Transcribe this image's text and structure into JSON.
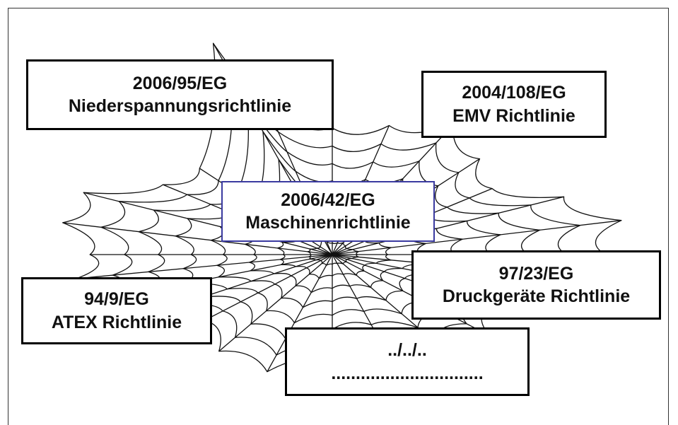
{
  "colors": {
    "outline": "#000000",
    "center_outline": "#3a3aa0",
    "web_stroke": "#111111",
    "background": "#ffffff"
  },
  "boxes": {
    "lvd": {
      "line1": "2006/95/EG",
      "line2": "Niederspannungsrichtlinie"
    },
    "emv": {
      "line1": "2004/108/EG",
      "line2": "EMV Richtlinie"
    },
    "mrl": {
      "line1": "2006/42/EG",
      "line2": "Maschinenrichtlinie"
    },
    "atex": {
      "line1": "94/9/EG",
      "line2": "ATEX Richtlinie"
    },
    "dgr": {
      "line1": "97/23/EG",
      "line2": "Druckgeräte Richtlinie"
    },
    "other": {
      "line1": "../../..",
      "line2": "..............................."
    }
  }
}
